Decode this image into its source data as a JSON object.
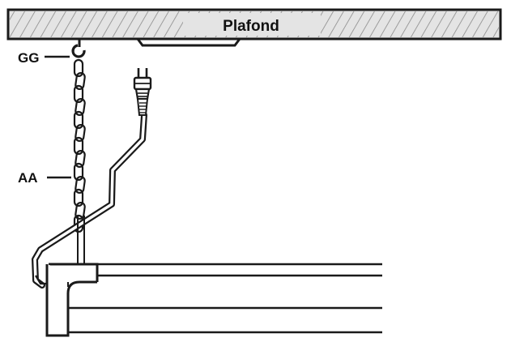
{
  "ceiling": {
    "label": "Plafond"
  },
  "callouts": [
    {
      "id": "hook",
      "label": "GG"
    },
    {
      "id": "chain",
      "label": "AA"
    }
  ],
  "colors": {
    "ink": "#1a1a1a",
    "background": "#ffffff",
    "hatch": "#9a9a9a"
  },
  "icons": [
    "ceiling-hook-icon",
    "chain-icon",
    "power-plug-icon",
    "power-cord-icon",
    "light-fixture-icon"
  ]
}
